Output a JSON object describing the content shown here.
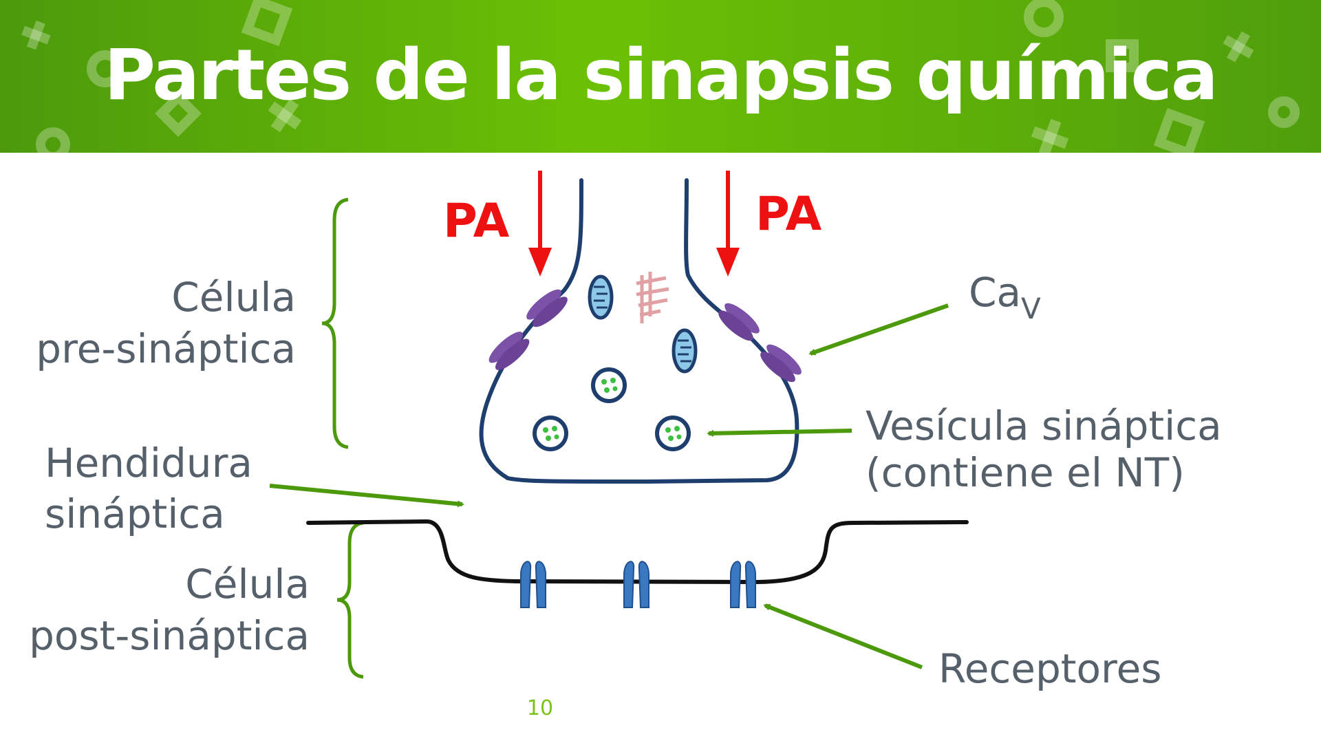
{
  "slide": {
    "title": "Partes de la sinapsis química",
    "page_number": "10"
  },
  "labels": {
    "pre_cell_line1": "Célula",
    "pre_cell_line2": "pre-sináptica",
    "cleft_line1": "Hendidura",
    "cleft_line2": "sináptica",
    "post_cell_line1": "Célula",
    "post_cell_line2": "post-sináptica",
    "action_potential_left": "PA",
    "action_potential_right": "PA",
    "cav_main": "Ca",
    "cav_sub": "V",
    "vesicle_line1": "Vesícula sináptica",
    "vesicle_line2": "(contiene el NT)",
    "receptors": "Receptores"
  },
  "colors": {
    "header_green": "#6cc004",
    "label_gray": "#55606a",
    "arrow_green": "#4c9a0c",
    "pa_red": "#ee1111",
    "membrane_navy": "#1e3f6e",
    "channel_purple": "#7c52a8",
    "receptor_blue": "#3a78c0",
    "vesicle_dots": "#3cc040"
  }
}
